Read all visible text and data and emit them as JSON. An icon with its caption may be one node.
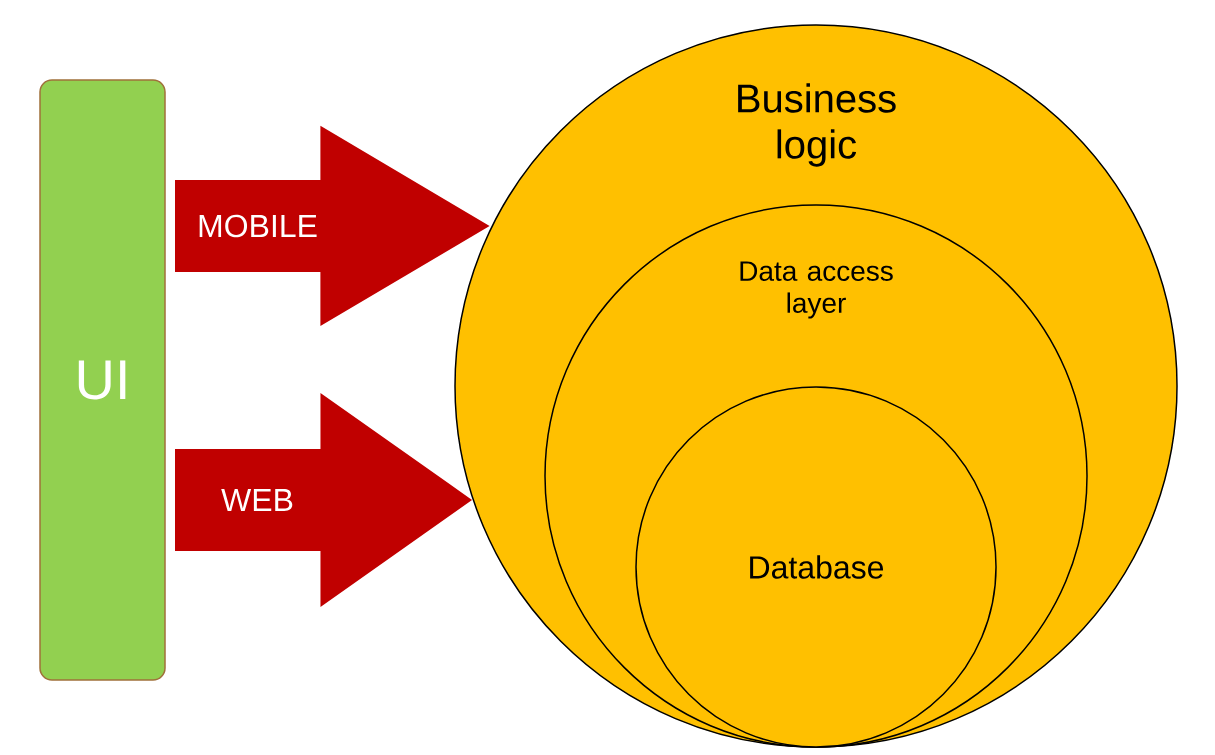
{
  "diagram": {
    "nodes": [
      {
        "text": [
          "UI"
        ]
      },
      {
        "text": [
          "Business logic"
        ]
      },
      {
        "text": [
          "Data access layer"
        ],
        "in": 1
      },
      {
        "text": [
          "Database"
        ],
        "in": 2
      }
    ],
    "edges": [
      {
        "from": 0,
        "to": 1,
        "arrow": "to",
        "label": "MOBILE"
      },
      {
        "from": 0,
        "to": 1,
        "arrow": "to",
        "label": "WEB"
      }
    ]
  }
}
